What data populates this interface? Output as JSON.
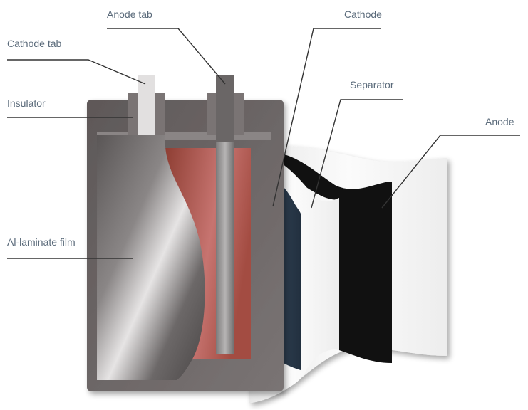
{
  "diagram": {
    "labels": {
      "anode_tab": "Anode tab",
      "cathode": "Cathode",
      "cathode_tab": "Cathode tab",
      "separator": "Separator",
      "insulator": "Insulator",
      "anode": "Anode",
      "al_laminate_film": "Al-laminate film"
    },
    "colors": {
      "label_text": "#5a6a7a",
      "leader_line": "#333333",
      "pouch_case": "#6a6464",
      "electrolyte_red": "#b85a4e",
      "cathode_layer": "#2f3f52",
      "anode_layer": "#111111",
      "separator_layer": "#f2f2f2"
    }
  }
}
